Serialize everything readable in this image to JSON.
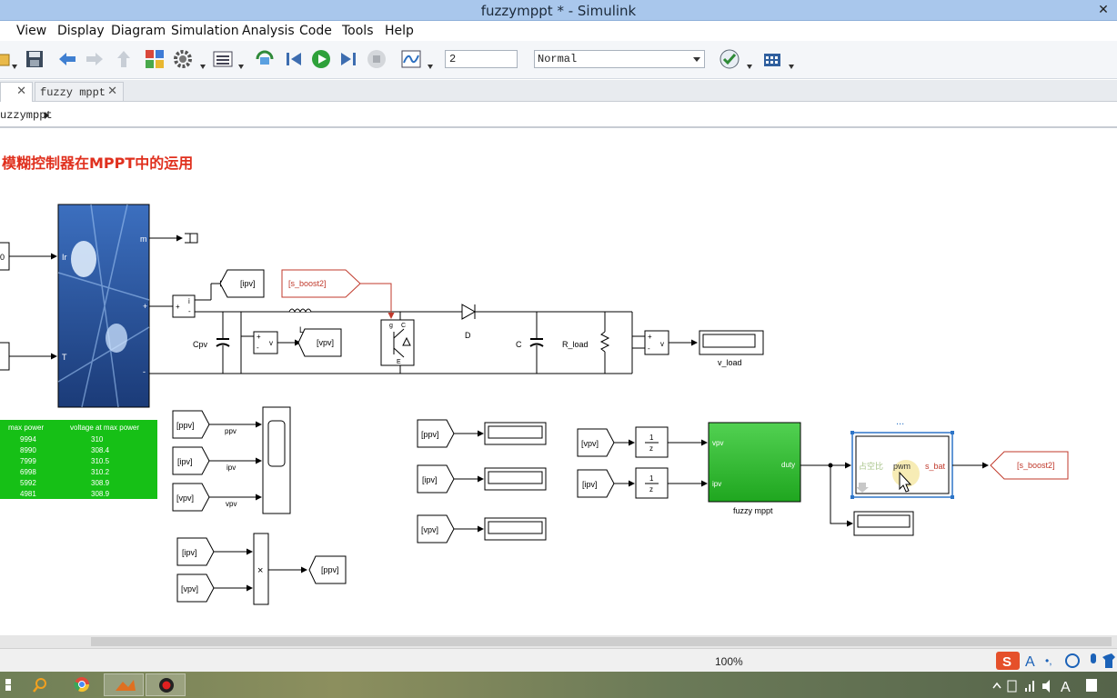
{
  "window": {
    "title": "fuzzymppt * - Simulink"
  },
  "menu": [
    "View",
    "Display",
    "Diagram",
    "Simulation",
    "Analysis",
    "Code",
    "Tools",
    "Help"
  ],
  "toolbar": {
    "stop_time": "2",
    "sim_mode": "Normal"
  },
  "tabs": [
    {
      "label": ""
    },
    {
      "label": "fuzzy mppt"
    }
  ],
  "breadcrumb": "uzzymppt",
  "canvas": {
    "heading": "模糊控制器在MPPT中的运用",
    "pv_ports": {
      "ir": "Ir",
      "t": "T",
      "m": "m",
      "plus": "+",
      "minus": "-"
    },
    "const_top": "0",
    "labels": {
      "ipv_goto": "[ipv]",
      "vpv_goto": "[vpv]",
      "s_boost2_from": "[s_boost2]",
      "s_boost2_goto": "[s_boost2]",
      "ppv_goto": "[ppv]",
      "cpv": "Cpv",
      "inductor": "L",
      "diode": "D",
      "cap": "C",
      "rload": "R_load",
      "v_load": "v_load",
      "i_meas": "i",
      "v_meas": "v",
      "v_meas2": "v",
      "g": "g",
      "c": "C",
      "e": "E"
    },
    "table": {
      "headers": [
        "max power",
        "voltage at max power"
      ],
      "rows": [
        [
          "9994",
          "310"
        ],
        [
          "8990",
          "308.4"
        ],
        [
          "7999",
          "310.5"
        ],
        [
          "6998",
          "310.2"
        ],
        [
          "5992",
          "308.9"
        ],
        [
          "4981",
          "308.9"
        ]
      ]
    },
    "scope": {
      "inputs": [
        "[ppv]",
        "[ipv]",
        "[vpv]"
      ],
      "port_labels": [
        "ppv",
        "ipv",
        "vpv"
      ]
    },
    "product": {
      "inputs": [
        "[ipv]",
        "[vpv]"
      ],
      "symbol": "×",
      "output": "[ppv]"
    },
    "displays": {
      "inputs": [
        "[ppv]",
        "[ipv]",
        "[vpv]"
      ]
    },
    "delay": {
      "inputs": [
        "[vpv]",
        "[ipv]"
      ],
      "num": "1",
      "den": "z"
    },
    "fuzzy": {
      "name": "fuzzy mppt",
      "in1": "vpv",
      "in2": "ipv",
      "out": "duty"
    },
    "pwm_block": {
      "in_label": "占空比",
      "mid_label": "pwm",
      "out_label": "s_bat",
      "dots": "..."
    }
  },
  "status": {
    "zoom": "100%"
  },
  "ime": {
    "logo": "S",
    "items": [
      "A",
      "•,",
      "☺",
      "🎤",
      "👕"
    ]
  },
  "tray": {
    "lang": "A"
  },
  "colors": {
    "red_heading": "#e0301e",
    "block_green": "#3dc43d",
    "table_green": "#16c016",
    "goto_red": "#c0392b"
  }
}
